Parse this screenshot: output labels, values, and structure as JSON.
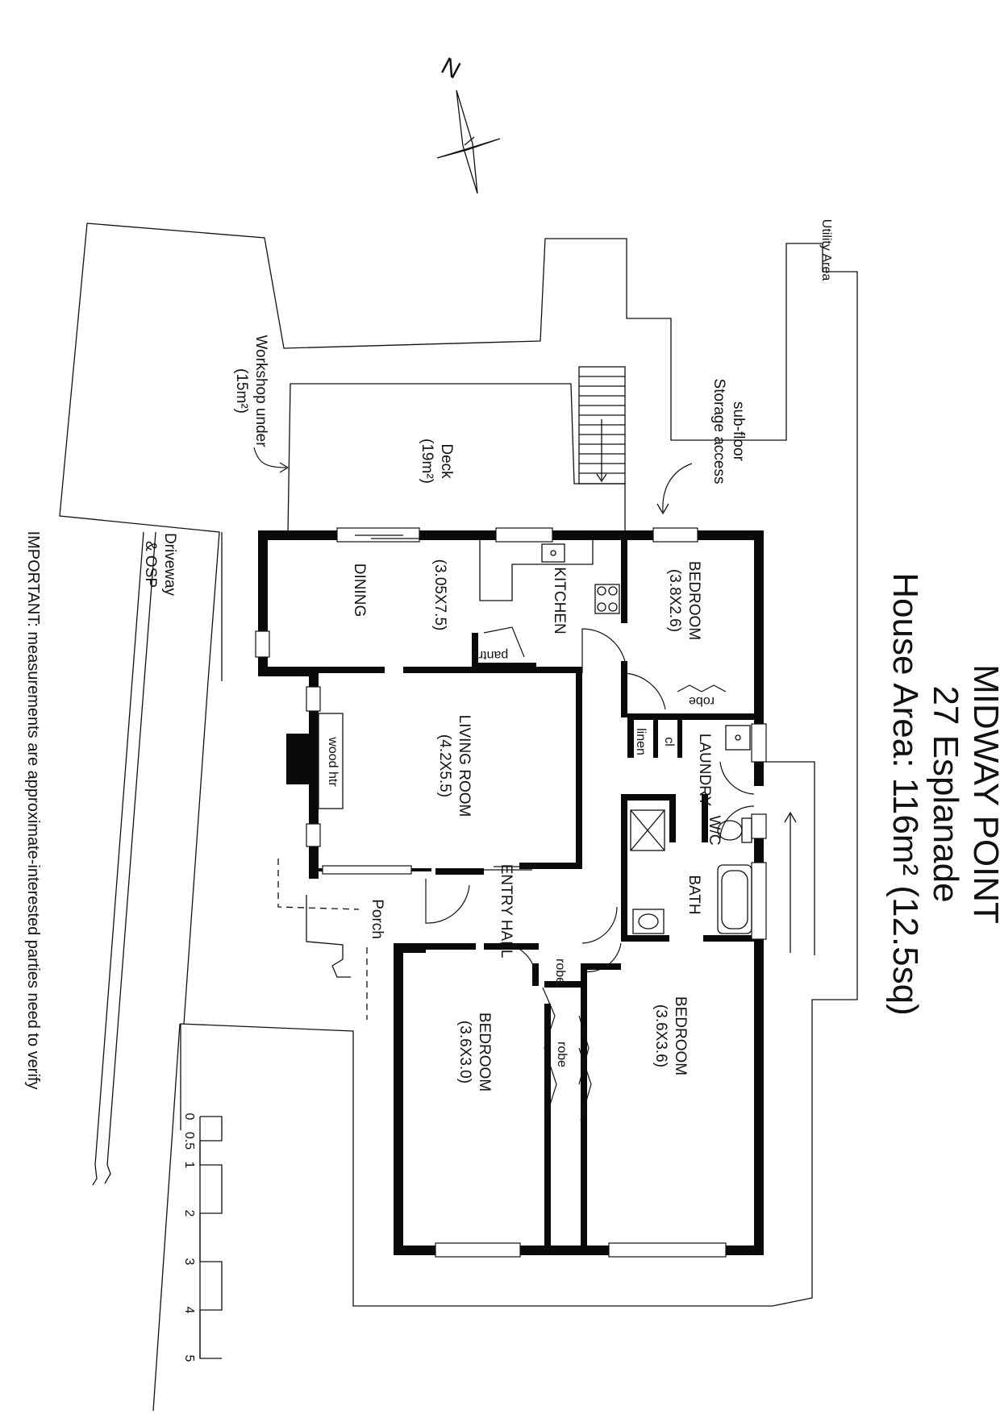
{
  "title": {
    "line1": "MIDWAY POINT",
    "line2": "27 Esplanade",
    "line3": "House Area: 116m² (12.5sq)"
  },
  "compass": {
    "north_label": "N"
  },
  "rooms": {
    "bedroom_nw": {
      "name": "BEDROOM",
      "size": "(3.8X2.6)"
    },
    "kitchen": {
      "name": "KITCHEN"
    },
    "dining": {
      "name": "DINING",
      "size": "(3.05X7.5)"
    },
    "pantry": {
      "name": "pantry"
    },
    "living": {
      "name": "LIVING ROOM",
      "size": "(4.2X5.5)"
    },
    "wood_htr": {
      "name": "wood htr"
    },
    "laundry": {
      "name": "LAUNDRY"
    },
    "linen": {
      "name": "linen"
    },
    "cl": {
      "name": "cl"
    },
    "robe_nw": {
      "name": "robe"
    },
    "wc": {
      "name": "W/C"
    },
    "bath": {
      "name": "BATH"
    },
    "entry_hall": {
      "name": "ENTRY HALL"
    },
    "porch": {
      "name": "Porch"
    },
    "robe_hall": {
      "name": "robe"
    },
    "robe_bed": {
      "name": "robe"
    },
    "bedroom_se": {
      "name": "BEDROOM",
      "size": "(3.6X3.6)"
    },
    "bedroom_sw": {
      "name": "BEDROOM",
      "size": "(3.6X3.0)"
    }
  },
  "outdoor": {
    "deck": {
      "name": "Deck",
      "area": "(19m²)"
    },
    "workshop": {
      "line1": "Workshop under",
      "line2": "(15m²)"
    },
    "subfloor": {
      "line1": "sub-floor",
      "line2": "Storage access"
    },
    "utility": {
      "name": "Utility Area"
    },
    "driveway": {
      "line1": "Driveway",
      "line2": "& OSP"
    }
  },
  "notice": "IMPORTANT: measurements are approximate-interested parties need to verify",
  "scale_bar": {
    "ticks": [
      "0",
      "0.5",
      "1",
      "2",
      "3",
      "4",
      "5"
    ]
  }
}
